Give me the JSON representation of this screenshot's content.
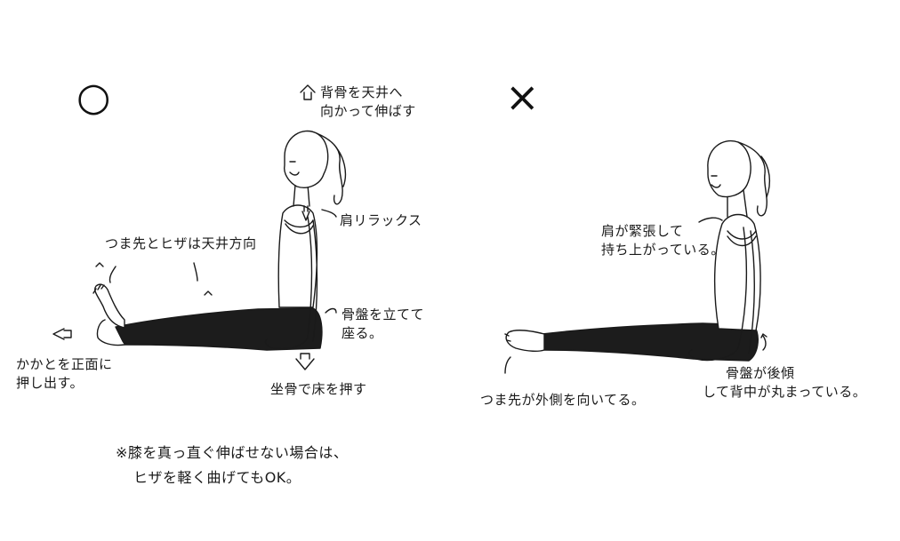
{
  "correct": {
    "symbol": "○",
    "spine_note": [
      "背骨を天井へ",
      "向かって伸ばす"
    ],
    "shoulder_note": "肩リラックス",
    "toes_note": "つま先とヒザは天井方向",
    "heel_note": [
      "かかとを正面に",
      "押し出す。"
    ],
    "pelvis_note": [
      "骨盤を立てて",
      "座る。"
    ],
    "sitbones_note": "坐骨で床を押す"
  },
  "incorrect": {
    "symbol": "×",
    "shoulder_note": [
      "肩が緊張して",
      "持ち上がっている。"
    ],
    "toes_note": "つま先が外側を向いてる。",
    "pelvis_note": [
      "骨盤が後傾",
      "して背中が丸まっている。"
    ]
  },
  "footnote": [
    "※膝を真っ直ぐ伸ばせない場合は、",
    "ヒザを軽く曲げてもOK。"
  ],
  "colors": {
    "ink": "#1a1a1a",
    "leggings": "#1c1c1c",
    "paper": "#ffffff"
  }
}
